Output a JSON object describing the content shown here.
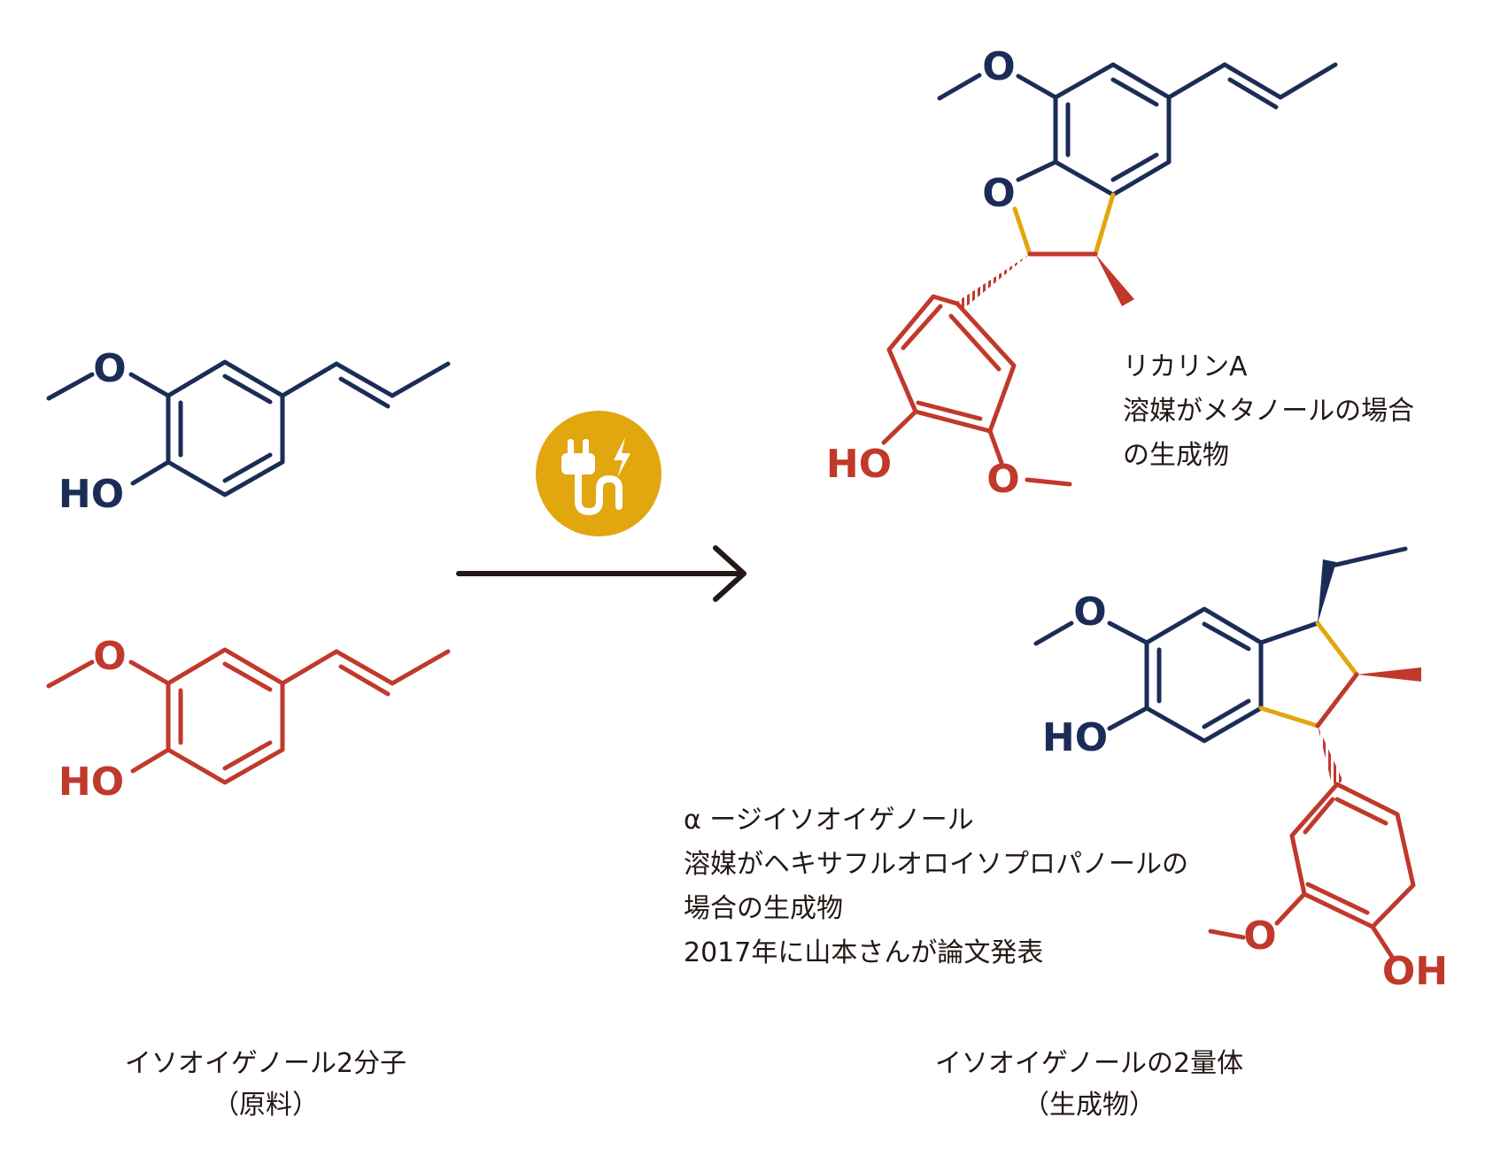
{
  "colors": {
    "navy": "#1b2c57",
    "red": "#c0392b",
    "gold": "#e2a60f",
    "black": "#231815"
  },
  "atoms": {
    "oxygen": "O",
    "hydroxyl": "HO",
    "hydroxyl_right": "OH"
  },
  "reaction": {
    "icon": "plug-lightning-icon",
    "arrow": "right-arrow-icon"
  },
  "product_a": {
    "line1": "リカリンA",
    "line2": "溶媒がメタノールの場合",
    "line3": "の生成物"
  },
  "product_b": {
    "line1": "α ージイソオイゲノール",
    "line2": "溶媒がヘキサフルオロイソプロパノールの",
    "line3": "場合の生成物",
    "line4": "2017年に山本さんが論文発表"
  },
  "left_caption": {
    "line1": "イソオイゲノール2分子",
    "line2": "（原料）"
  },
  "right_caption": {
    "line1": "イソオイゲノールの2量体",
    "line2": "（生成物）"
  }
}
